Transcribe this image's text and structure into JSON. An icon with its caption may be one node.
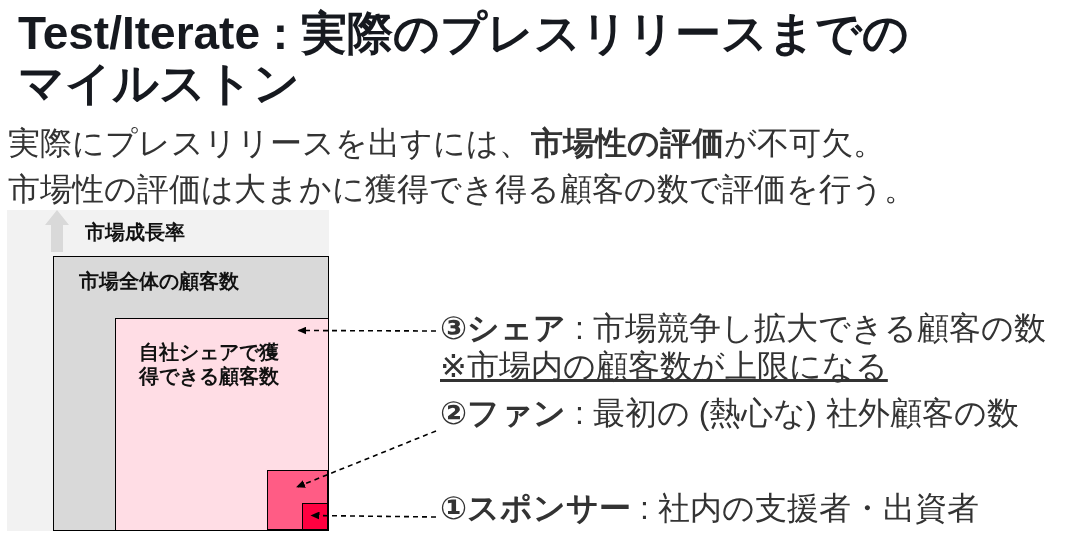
{
  "diagram": {
    "title": "Test/Iterate : 実際のプレスリリースまでのマイルストン",
    "nodes": [
      {
        "text": [
          "市場成長率"
        ]
      },
      {
        "text": [
          "市場全体の顧客数"
        ],
        "in": 0
      },
      {
        "text": [
          "自社シェアで獲得できる顧客数"
        ],
        "in": 1
      },
      {
        "text": [],
        "shape": "box",
        "in": 2
      },
      {
        "text": [],
        "shape": "box",
        "in": 3
      },
      {
        "text": [
          "**③シェア** : 市場競争し拡大できる顧客の数",
          "※市場内の顧客数が上限になる"
        ]
      },
      {
        "text": [
          "**②ファン** : 最初の (熱心な) 社外顧客の数"
        ]
      },
      {
        "text": [
          "**①スポンサー** : 社内の支援者・出資者"
        ]
      }
    ],
    "edges": [
      {
        "from": 5,
        "to": 2,
        "arrow": "to",
        "style": "dashed"
      },
      {
        "from": 6,
        "to": 3,
        "arrow": "to",
        "style": "dashed"
      },
      {
        "from": 7,
        "to": 4,
        "arrow": "to",
        "style": "dashed"
      }
    ],
    "labels": [
      "実際にプレスリリースを出すには、**市場性の評価**が不可欠。",
      "市場性の評価は大まかに獲得でき得る顧客の数で評価を行う。"
    ]
  }
}
